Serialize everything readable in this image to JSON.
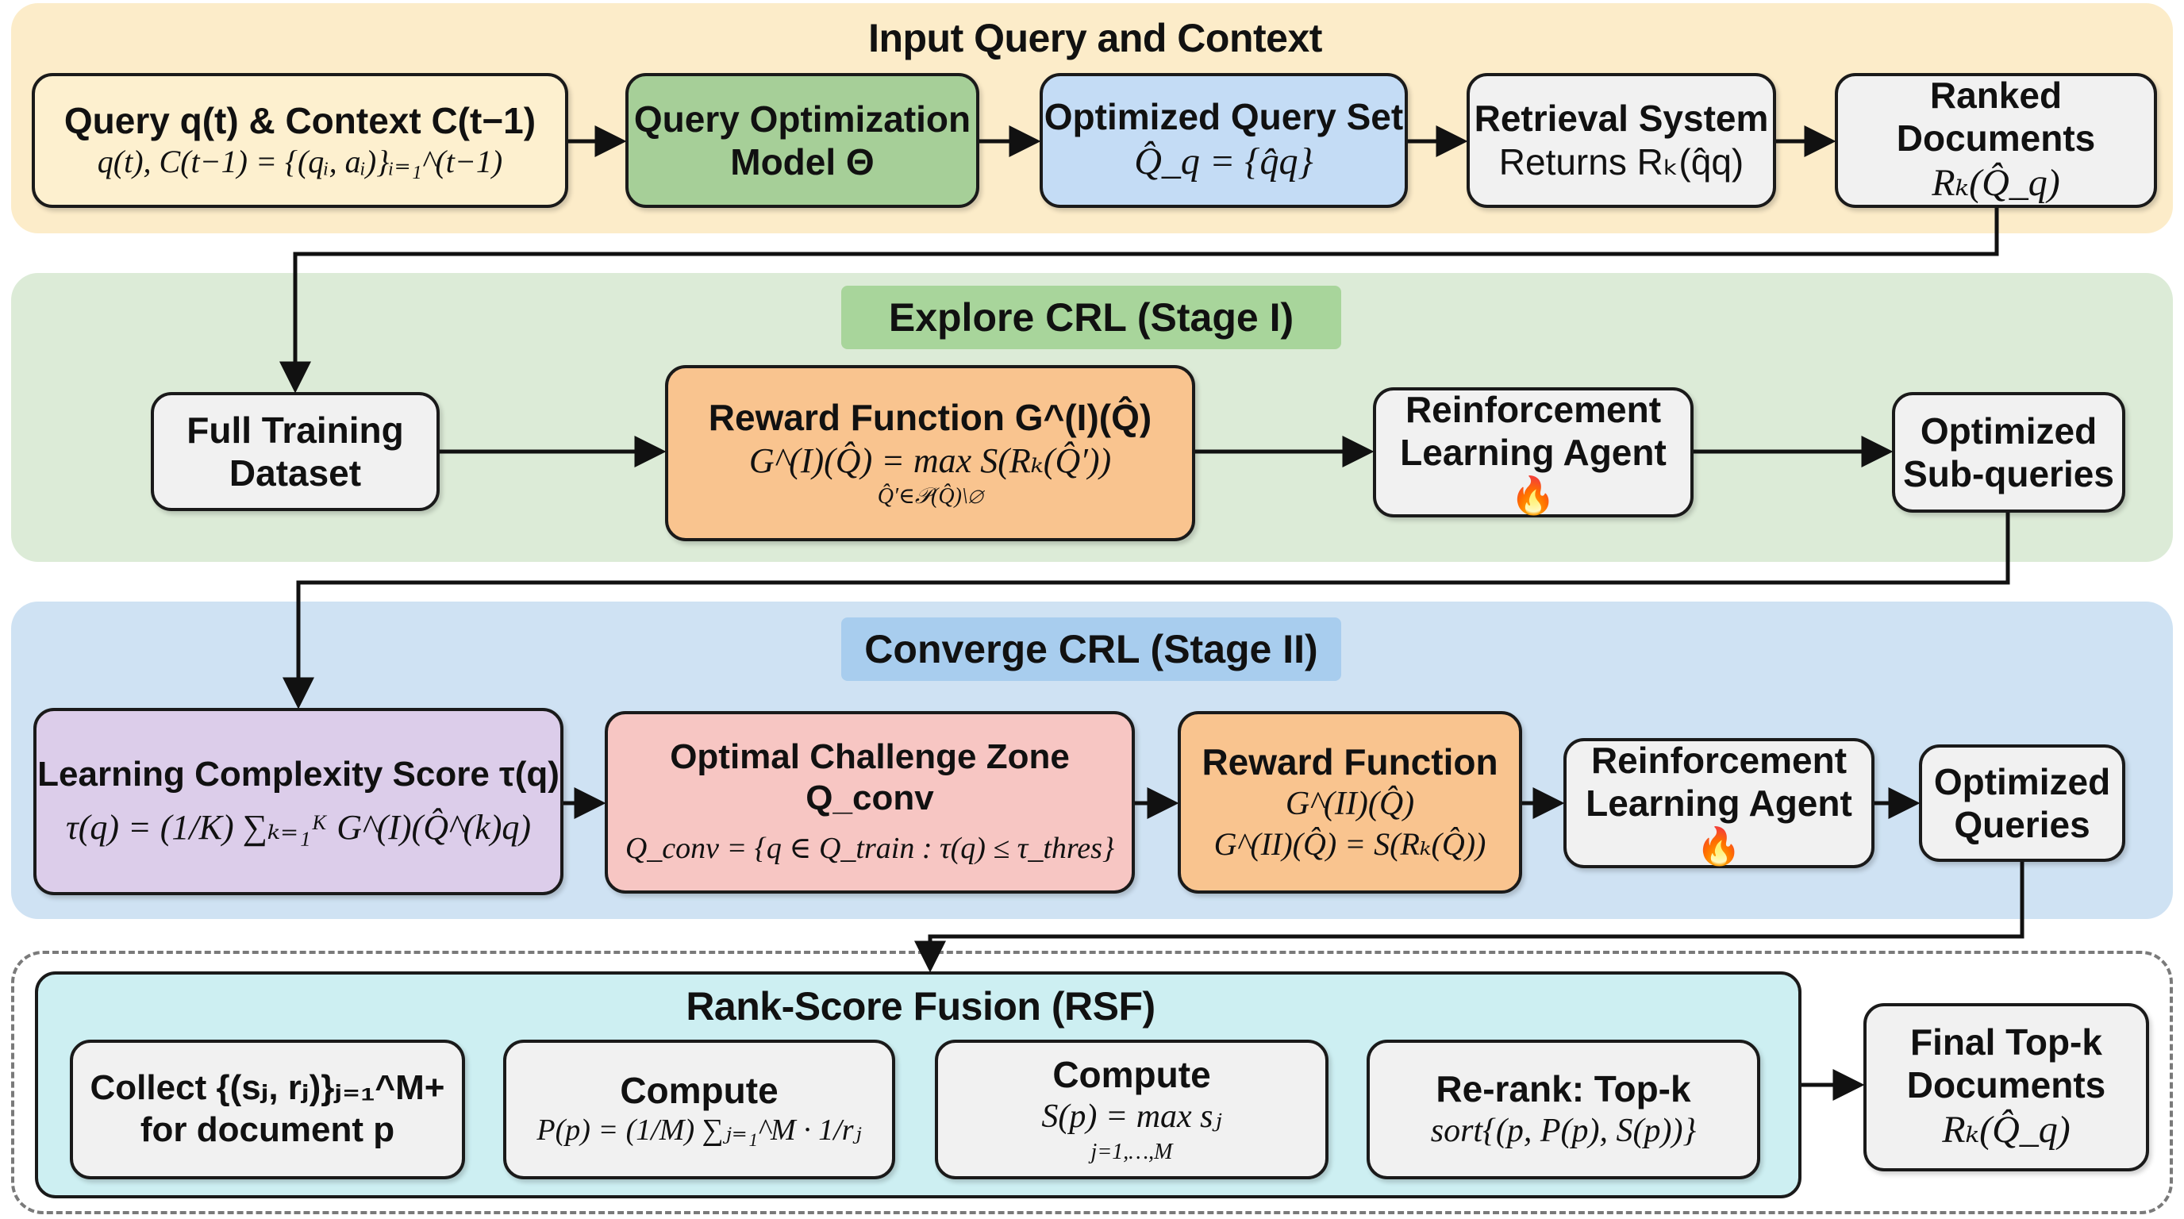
{
  "sections": {
    "input": {
      "title": "Input Query and Context"
    },
    "explore": {
      "title": "Explore CRL (Stage I)"
    },
    "converge": {
      "title": "Converge CRL (Stage II)"
    },
    "rsf": {
      "title": "Rank-Score Fusion (RSF)"
    }
  },
  "nodes": {
    "query_context": {
      "title": "Query q(t) & Context C(t−1)",
      "formula": "q(t), C(t−1) = {(qᵢ, aᵢ)}ᵢ₌₁^(t−1)"
    },
    "query_opt_model": {
      "line1": "Query Optimization",
      "line2": "Model Θ"
    },
    "optimized_query_set": {
      "title": "Optimized Query Set",
      "formula": "Q̂_q = {q̂q}"
    },
    "retrieval_system": {
      "title": "Retrieval System",
      "subtitle": "Returns Rₖ(q̂q)"
    },
    "ranked_documents": {
      "title": "Ranked Documents",
      "formula": "Rₖ(Q̂_q)"
    },
    "full_training_dataset": {
      "line1": "Full Training",
      "line2": "Dataset"
    },
    "reward_function_1": {
      "title": "Reward Function G^(I)(Q̂)",
      "formula": "G^(I)(Q̂) = max S(Rₖ(Q̂′))",
      "subscript": "Q̂′∈𝒫(Q̂)\\∅"
    },
    "rl_agent_1": {
      "line1": "Reinforcement",
      "line2": "Learning Agent 🔥"
    },
    "optimized_subqueries": {
      "line1": "Optimized",
      "line2": "Sub-queries"
    },
    "learning_complexity": {
      "title": "Learning Complexity Score τ(q)",
      "formula": "τ(q) = (1/K) ∑ₖ₌₁ᴷ G^(I)(Q̂^(k)q)"
    },
    "optimal_challenge_zone": {
      "title": "Optimal Challenge Zone Q_conv",
      "formula": "Q_conv = {q ∈ Q_train : τ(q) ≤ τ_thres}"
    },
    "reward_function_2": {
      "title": "Reward Function",
      "subtitle": "G^(II)(Q̂)",
      "formula": "G^(II)(Q̂) = S(Rₖ(Q̂))"
    },
    "rl_agent_2": {
      "line1": "Reinforcement",
      "line2": "Learning Agent 🔥"
    },
    "optimized_queries": {
      "line1": "Optimized",
      "line2": "Queries"
    },
    "collect": {
      "line1": "Collect {(sⱼ, rⱼ)}ⱼ₌₁^M+",
      "line2": "for document p"
    },
    "compute_p": {
      "title": "Compute",
      "formula": "P(p) = (1/M) ∑ⱼ₌₁^M · 1/rⱼ"
    },
    "compute_s": {
      "title": "Compute",
      "formula": "S(p) = max sⱼ",
      "subscript": "j=1,…,M"
    },
    "rerank": {
      "title": "Re-rank: Top-k",
      "formula": "sort{(p, P(p), S(p))}"
    },
    "final_topk": {
      "line1": "Final Top-k",
      "line2": "Documents",
      "formula": "Rₖ(Q̂_q)"
    }
  },
  "colors": {
    "input_band": "#fcecc9",
    "explore_band": "#dcebd7",
    "converge_band": "#cfe2f3",
    "rsf_band": "#cdeff2",
    "model_box": "#a6cf98",
    "query_set_box": "#c4dcf5",
    "reward_box": "#f9c48f",
    "complexity_box": "#dccdea",
    "challenge_box": "#f7c6c3"
  }
}
